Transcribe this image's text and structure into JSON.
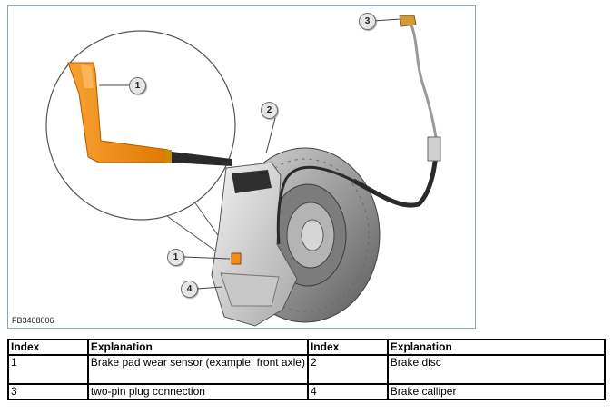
{
  "figure": {
    "code": "FB3408006",
    "callouts": [
      "1",
      "1",
      "2",
      "3",
      "4"
    ]
  },
  "legend": {
    "headers": [
      "Index",
      "Explanation",
      "Index",
      "Explanation"
    ],
    "rows": [
      [
        "1",
        "Brake pad wear sensor (example: front axle)",
        "2",
        "Brake disc"
      ],
      [
        "3",
        "two-pin plug connection",
        "4",
        "Brake calliper"
      ]
    ]
  }
}
